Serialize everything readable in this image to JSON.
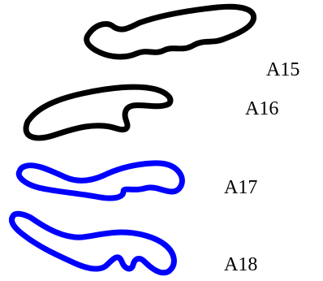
{
  "shapes": [
    {
      "label": "A15",
      "color": "#000000"
    },
    {
      "label": "A16",
      "color": "#000000"
    },
    {
      "label": "A17",
      "color": "#0000ff"
    },
    {
      "label": "A18",
      "color": "#0000ff"
    }
  ]
}
